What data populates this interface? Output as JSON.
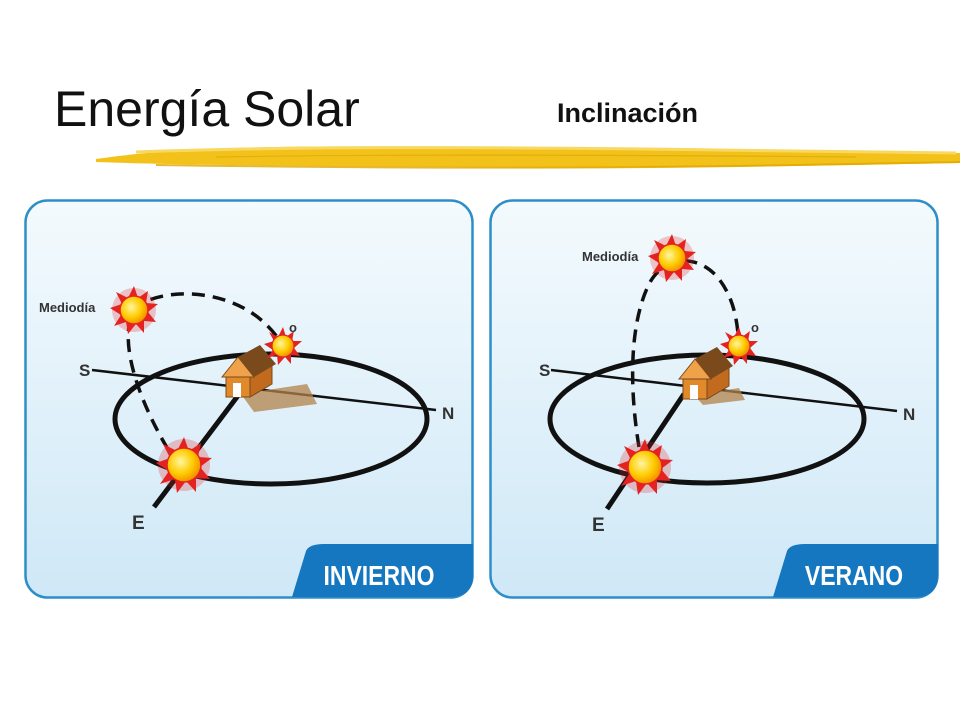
{
  "header": {
    "title": "Energía Solar",
    "subtitle": "Inclinación"
  },
  "colors": {
    "brush": "#f2c21a",
    "panel_bg_top": "#f4fafd",
    "panel_bg_bottom": "#cfe8f7",
    "panel_border": "#2e8fc8",
    "badge_blue": "#1577c0",
    "house_wall": "#e08a2c",
    "house_roof": "#7b4a1c",
    "sun_core": "#ffcc00",
    "sun_rays": "#e52222"
  },
  "panels": [
    {
      "season_label": "INVIERNO",
      "noon_label": "Mediodía",
      "labels": {
        "south": "S",
        "north": "N",
        "east": "E",
        "west": "o"
      }
    },
    {
      "season_label": "VERANO",
      "noon_label": "Mediodía",
      "labels": {
        "south": "S",
        "north": "N",
        "east": "E",
        "west": "o"
      }
    }
  ]
}
